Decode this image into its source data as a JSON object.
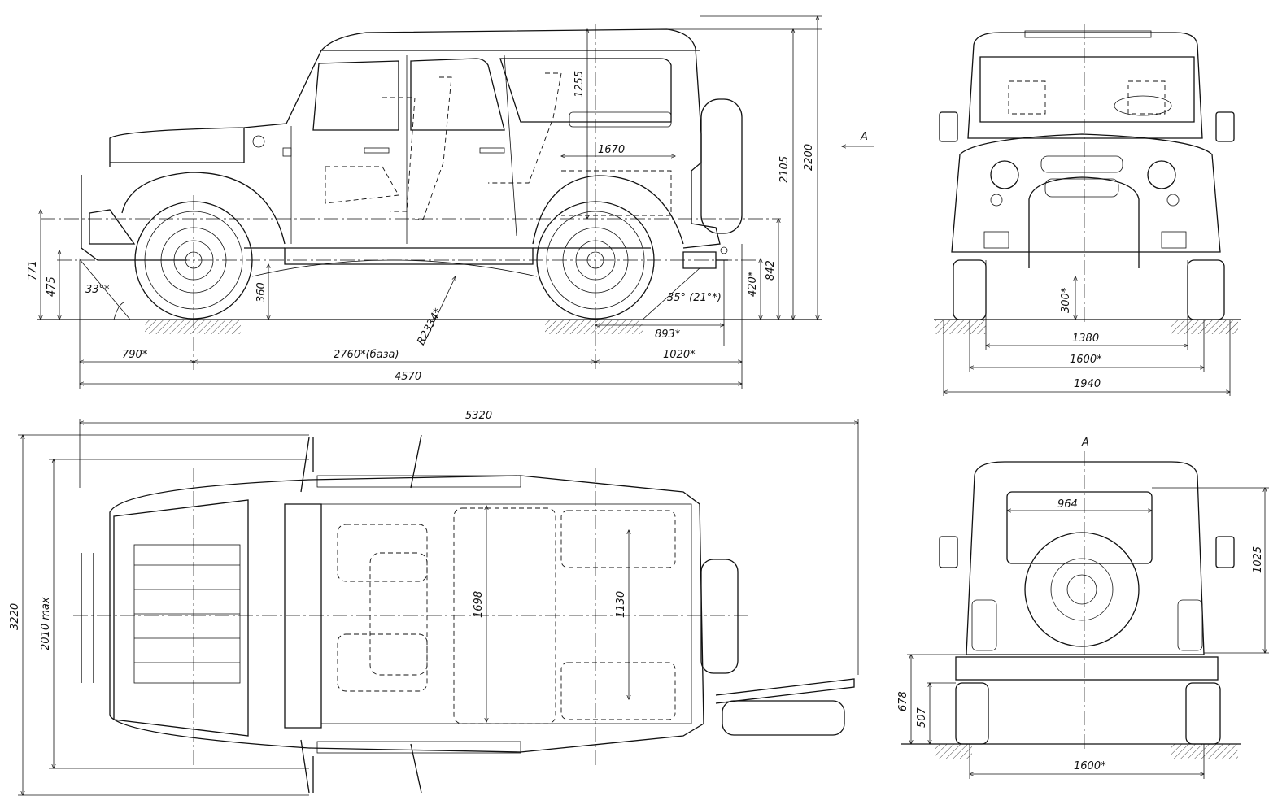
{
  "labels": {
    "view_marker": "A",
    "view_marker_top": "A"
  },
  "side_view": {
    "height_total": "2200",
    "height_body": "2105",
    "roof_to_axle": "1255",
    "cargo_length": "1670",
    "front_bumper_height": "771",
    "front_axle_height": "475",
    "approach_angle": "33°*",
    "ground_clearance": "360",
    "ramp_radius": "R2334*",
    "departure_angle": "35° (21°*)",
    "hitch_height": "420*",
    "rear_height": "842",
    "rear_overhang_hitch": "893*",
    "front_overhang": "790*",
    "wheelbase": "2760*(база)",
    "rear_overhang": "1020*",
    "overall_length": "4570"
  },
  "front_view": {
    "clearance": "300*",
    "track_inner": "1380",
    "track": "1600*",
    "width": "1940"
  },
  "top_view": {
    "length_with_door": "5320",
    "width_doors_open": "3220",
    "width_max": "2010 max",
    "interior_width": "1698",
    "cargo_width": "1130"
  },
  "rear_view": {
    "window_width": "964",
    "window_height": "1025",
    "bumper_top": "678",
    "bumper_bottom": "507",
    "track": "1600*"
  }
}
